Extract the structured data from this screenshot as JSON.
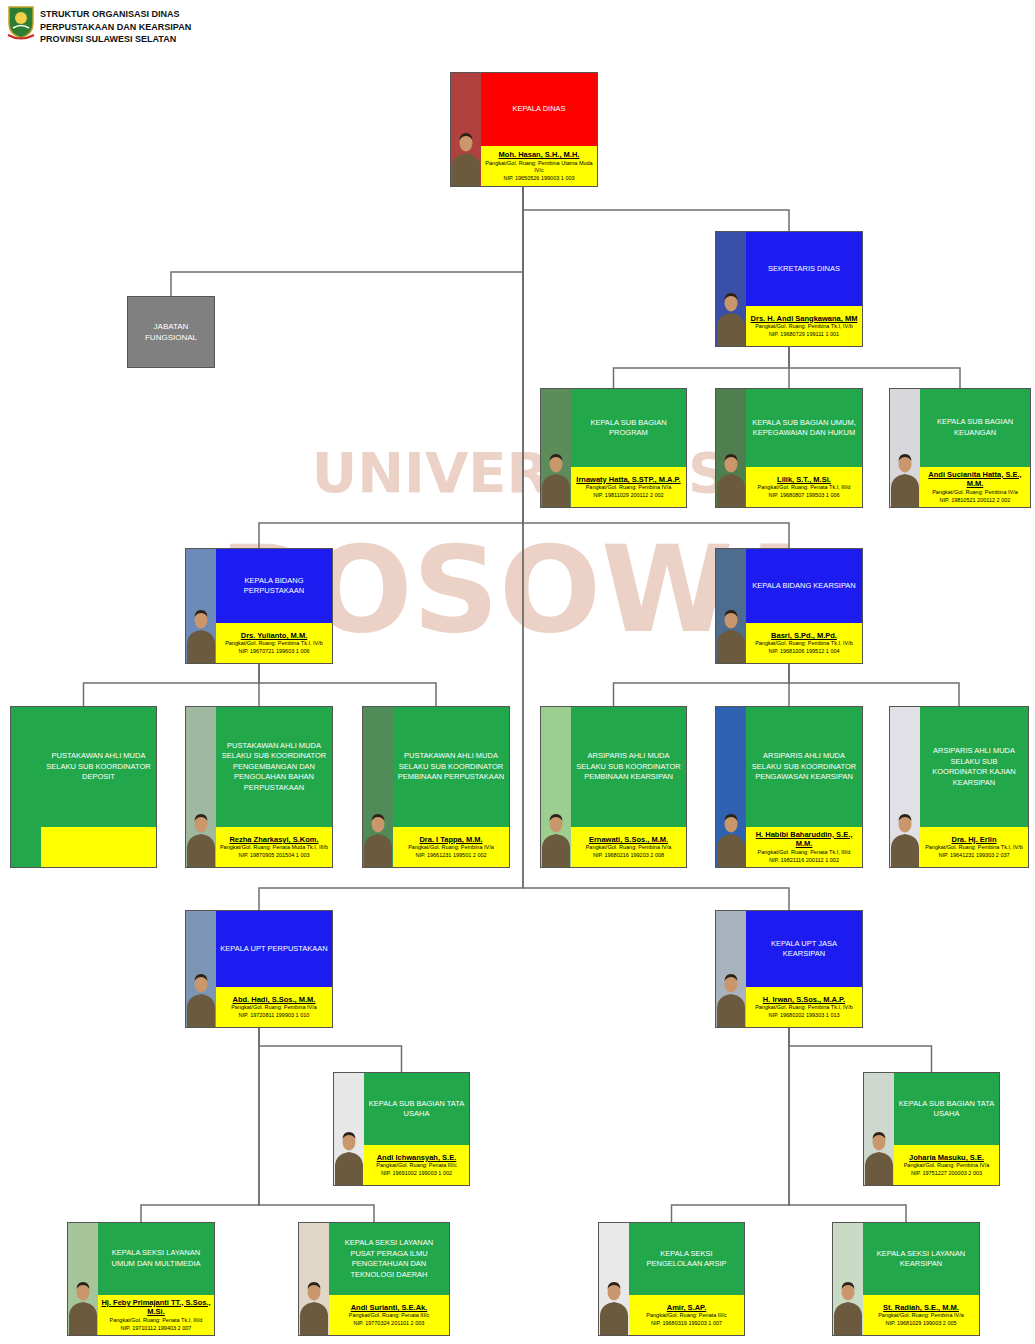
{
  "diagram": {
    "title": "STRUKTUR ORGANISASI DINAS PERPUSTAKAAN DAN KEARSIPAN PROVINSI SULAWESI SELATAN",
    "nodes": [
      {
        "text": [
          "KEPALA DINAS",
          "Moh. Hasan, S.H., M.H.",
          "Pangkat/Gol. Ruang: Pembina Utama Muda IV/c",
          "NIP. 19650526 199003 1 003"
        ]
      },
      {
        "text": [
          "SEKRETARIS DINAS",
          "Drs. H. Andi Sangkawana, MM",
          "Pangkat/Gol. Ruang: Pembina Tk.I, IV/b",
          "NIP. 19680729 199111 1 001"
        ]
      },
      {
        "text": [
          "JABATAN FUNGSIONAL"
        ]
      },
      {
        "text": [
          "KEPALA SUB BAGIAN PROGRAM",
          "Irnawaty Hatta, S.STP., M.A.P.",
          "Pangkat/Gol. Ruang: Pembina IV/a",
          "NIP. 19811029 200112 2 002"
        ]
      },
      {
        "text": [
          "KEPALA SUB BAGIAN UMUM, KEPEGAWAIAN DAN HUKUM",
          "Lilik, S.T., M.Si.",
          "Pangkat/Gol. Ruang: Penata Tk.I, III/d",
          "NIP. 19680807 199503 1 006"
        ]
      },
      {
        "text": [
          "KEPALA SUB BAGIAN KEUANGAN",
          "Andi Sucianita Hatta, S.E., M.M.",
          "Pangkat/Gol. Ruang: Pembina IV/a",
          "NIP. 19810521 200112 2 002"
        ]
      },
      {
        "text": [
          "KEPALA BIDANG PERPUSTAKAAN",
          "Drs. Yulianto, M.M.",
          "Pangkat/Gol. Ruang: Pembina Tk.I, IV/b",
          "NIP. 19670721 199603 1 006"
        ]
      },
      {
        "text": [
          "KEPALA BIDANG KEARSIPAN",
          "Basri, S.Pd., M.Pd.",
          "Pangkat/Gol. Ruang: Pembina Tk.I, IV/b",
          "NIP. 19681006 199512 1 004"
        ]
      },
      {
        "text": [
          "PUSTAKAWAN AHLI MUDA SELAKU SUB KOORDINATOR DEPOSIT"
        ]
      },
      {
        "text": [
          "PUSTAKAWAN AHLI MUDA SELAKU SUB KOORDINATOR PENGEMBANGAN DAN PENGOLAHAN BAHAN PERPUSTAKAAN",
          "Rezha Zharkasyi, S.Kom.",
          "Pangkat/Gol. Ruang: Penata Muda Tk.I, III/b",
          "NIP. 19870905 201504 1 003"
        ]
      },
      {
        "text": [
          "PUSTAKAWAN AHLI MUDA SELAKU SUB KOORDINATOR PEMBINAAN PERPUSTAKAAN",
          "Dra. I Tappa, M.M.",
          "Pangkat/Gol. Ruang: Pembina IV/a",
          "NIP. 19661231 199501 2 002"
        ]
      },
      {
        "text": [
          "ARSIPARIS AHLI MUDA SELAKU SUB KOORDINATOR PEMBINAAN KEARSIPAN",
          "Ernawati, S.Sos., M.M.",
          "Pangkat/Gol. Ruang: Pembina IV/a",
          "NIP. 19680216 199203 2 008"
        ]
      },
      {
        "text": [
          "ARSIPARIS AHLI MUDA SELAKU SUB KOORDINATOR PENGAWASAN KEARSIPAN",
          "H. Habibi Baharuddin, S.E., M.M.",
          "Pangkat/Gol. Ruang: Penata Tk.I, III/d",
          "NIP. 19821116 200112 1 002"
        ]
      },
      {
        "text": [
          "ARSIPARIS AHLI MUDA SELAKU SUB KOORDINATOR KAJIAN KEARSIPAN",
          "Dra. Hj. Erlin",
          "Pangkat/Gol. Ruang: Pembina Tk.I, IV/b",
          "NIP. 19641231 199303 2 037"
        ]
      },
      {
        "text": [
          "KEPALA UPT PERPUSTAKAAN",
          "Abd. Hadi, S.Sos., M.M.",
          "Pangkat/Gol. Ruang: Pembina IV/a",
          "NIP. 19720811 199903 1 010"
        ]
      },
      {
        "text": [
          "KEPALA UPT JASA KEARSIPAN",
          "H. Irwan, S.Sos., M.A.P.",
          "Pangkat/Gol. Ruang: Pembina Tk.I, IV/b",
          "NIP. 19680202 199303 1 013"
        ]
      },
      {
        "text": [
          "KEPALA SUB BAGIAN TATA USAHA",
          "Andi Ichwansyah, S.E.",
          "Pangkat/Gol. Ruang: Penata III/c",
          "NIP. 19691002 199003 1 002"
        ]
      },
      {
        "text": [
          "KEPALA SUB BAGIAN TATA USAHA",
          "Joharia Masuku, S.E.",
          "Pangkat/Gol. Ruang: Pembina IV/a",
          "NIP. 19751227 200003 2 003"
        ]
      },
      {
        "text": [
          "KEPALA SEKSI LAYANAN UMUM DAN MULTIMEDIA",
          "Hj. Feby Primajanti TT., S.Sos., M.Si.",
          "Pangkat/Gol. Ruang: Penata Tk.I, III/d",
          "NIP. 19710112 199403 2 007"
        ]
      },
      {
        "text": [
          "KEPALA SEKSI LAYANAN PUSAT PERAGA ILMU PENGETAHUAN DAN TEKNOLOGI DAERAH",
          "Andi Surianti, S.E.Ak.",
          "Pangkat/Gol. Ruang: Penata III/c",
          "NIP. 19770324 201101 2 003"
        ]
      },
      {
        "text": [
          "KEPALA SEKSI PENGELOLAAN ARSIP",
          "Amir, S.AP.",
          "Pangkat/Gol. Ruang: Penata III/c",
          "NIP. 19680319 199203 1 007"
        ]
      },
      {
        "text": [
          "KEPALA SEKSI LAYANAN KEARSIPAN",
          "St. Radiah, S.E., M.M.",
          "Pangkat/Gol. Ruang: Pembina IV/a",
          "NIP. 19681029 199003 2 005"
        ]
      }
    ],
    "edges": [
      {
        "from": 0,
        "to": 1,
        "arrow": "none"
      },
      {
        "from": 0,
        "to": 2,
        "arrow": "none"
      },
      {
        "from": 1,
        "to": 3,
        "arrow": "none"
      },
      {
        "from": 1,
        "to": 4,
        "arrow": "none"
      },
      {
        "from": 1,
        "to": 5,
        "arrow": "none"
      },
      {
        "from": 0,
        "to": 6,
        "arrow": "none"
      },
      {
        "from": 0,
        "to": 7,
        "arrow": "none"
      },
      {
        "from": 6,
        "to": 8,
        "arrow": "none"
      },
      {
        "from": 6,
        "to": 9,
        "arrow": "none"
      },
      {
        "from": 6,
        "to": 10,
        "arrow": "none"
      },
      {
        "from": 7,
        "to": 11,
        "arrow": "none"
      },
      {
        "from": 7,
        "to": 12,
        "arrow": "none"
      },
      {
        "from": 7,
        "to": 13,
        "arrow": "none"
      },
      {
        "from": 0,
        "to": 14,
        "arrow": "none"
      },
      {
        "from": 0,
        "to": 15,
        "arrow": "none"
      },
      {
        "from": 14,
        "to": 16,
        "arrow": "none"
      },
      {
        "from": 14,
        "to": 18,
        "arrow": "none"
      },
      {
        "from": 14,
        "to": 19,
        "arrow": "none"
      },
      {
        "from": 15,
        "to": 17,
        "arrow": "none"
      },
      {
        "from": 15,
        "to": 20,
        "arrow": "none"
      },
      {
        "from": 15,
        "to": 21,
        "arrow": "none"
      }
    ],
    "labels": [
      "UNIVERSITAS",
      "BOSOWA"
    ]
  }
}
